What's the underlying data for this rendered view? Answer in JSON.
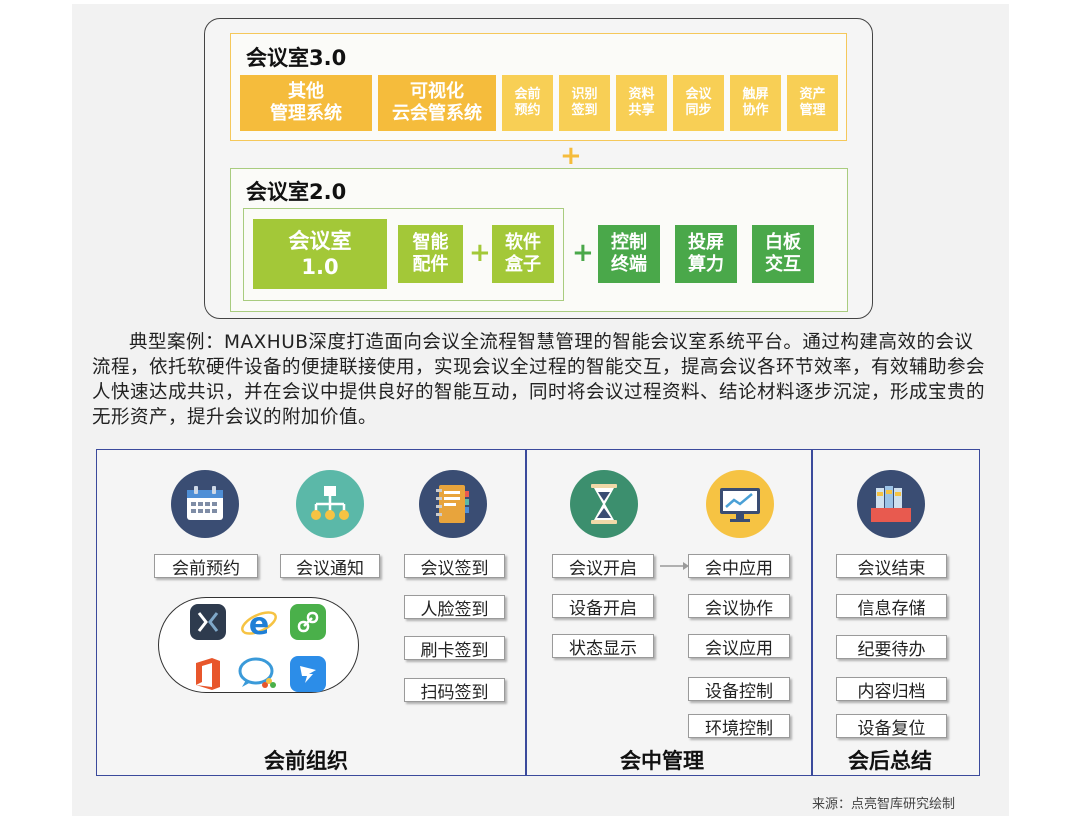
{
  "diagram": {
    "room3": {
      "title": "会议室3.0",
      "blocks": [
        "其他\n管理系统",
        "可视化\n云会管系统",
        "会前\n预约",
        "识别\n签到",
        "资料\n共享",
        "会议\n同步",
        "触屏\n协作",
        "资产\n管理"
      ]
    },
    "plus": "+",
    "room2": {
      "title": "会议室2.0",
      "room1": "会议室\n1.0",
      "components": [
        "智能\n配件",
        "软件\n盒子"
      ],
      "extensions": [
        "控制\n终端",
        "投屏\n算力",
        "白板\n交互"
      ]
    }
  },
  "paragraph": "典型案例：MAXHUB深度打造面向会议全流程智慧管理的智能会议室系统平台。通过构建高效的会议流程，依托软硬件设备的便捷联接使用，实现会议全过程的智能交互，提高会议各环节效率，有效辅助参会人快速达成共识，并在会议中提供良好的智能互动，同时将会议过程资料、结论材料逐步沉淀，形成宝贵的无形资产，提升会议的附加价值。",
  "pre": {
    "title": "会前组织",
    "tags": [
      "会前预约",
      "会议通知"
    ],
    "signin": [
      "会议签到",
      "人脸签到",
      "刷卡签到",
      "扫码签到"
    ]
  },
  "during": {
    "title": "会中管理",
    "left": [
      "会议开启",
      "设备开启",
      "状态显示"
    ],
    "right": [
      "会中应用",
      "会议协作",
      "会议应用",
      "设备控制",
      "环境控制"
    ]
  },
  "post": {
    "title": "会后总结",
    "items": [
      "会议结束",
      "信息存储",
      "纪要待办",
      "内容归档",
      "设备复位"
    ]
  },
  "icons": [
    "calendar-icon",
    "org-chart-icon",
    "notebook-icon",
    "hourglass-icon",
    "monitor-chart-icon",
    "binders-icon"
  ],
  "apps": [
    "maxhub-app-icon",
    "ie-browser-icon",
    "link-app-icon",
    "office-icon",
    "chat-app-icon",
    "dingtalk-icon"
  ],
  "colors": {
    "orange": "#f5bc3c",
    "light_orange": "#f8cf55",
    "light_green": "#a3c838",
    "green": "#4aa84a",
    "navy": "#3b4a9c"
  },
  "source": "来源：点亮智库研究绘制"
}
